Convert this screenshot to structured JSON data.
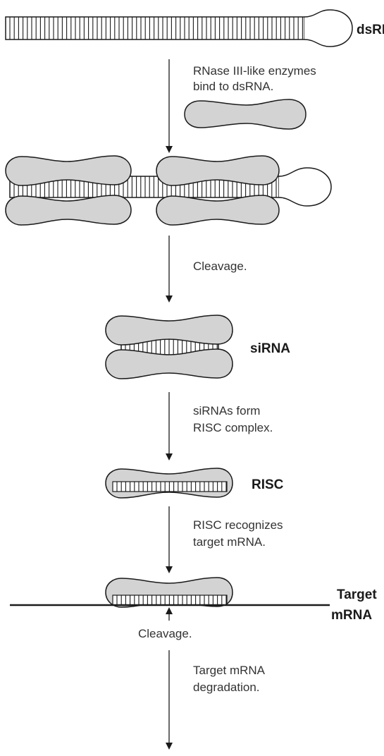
{
  "labels": {
    "dsrna": "dsRNA",
    "sirna": "siRNA",
    "risc": "RISC",
    "target_line1": "Target",
    "target_line2": "mRNA"
  },
  "steps": {
    "step1_line1": "RNase III-like enzymes",
    "step1_line2": "bind to dsRNA.",
    "step2": "Cleavage.",
    "step3_line1": "siRNAs form",
    "step3_line2": "RISC complex.",
    "step4_line1": "RISC recognizes",
    "step4_line2": "target mRNA.",
    "cleavage_site": "Cleavage.",
    "step5_line1": "Target mRNA",
    "step5_line2": "degradation."
  },
  "colors": {
    "enzyme_fill": "#d3d3d3",
    "stroke": "#1a1a1a",
    "text": "#333333"
  }
}
